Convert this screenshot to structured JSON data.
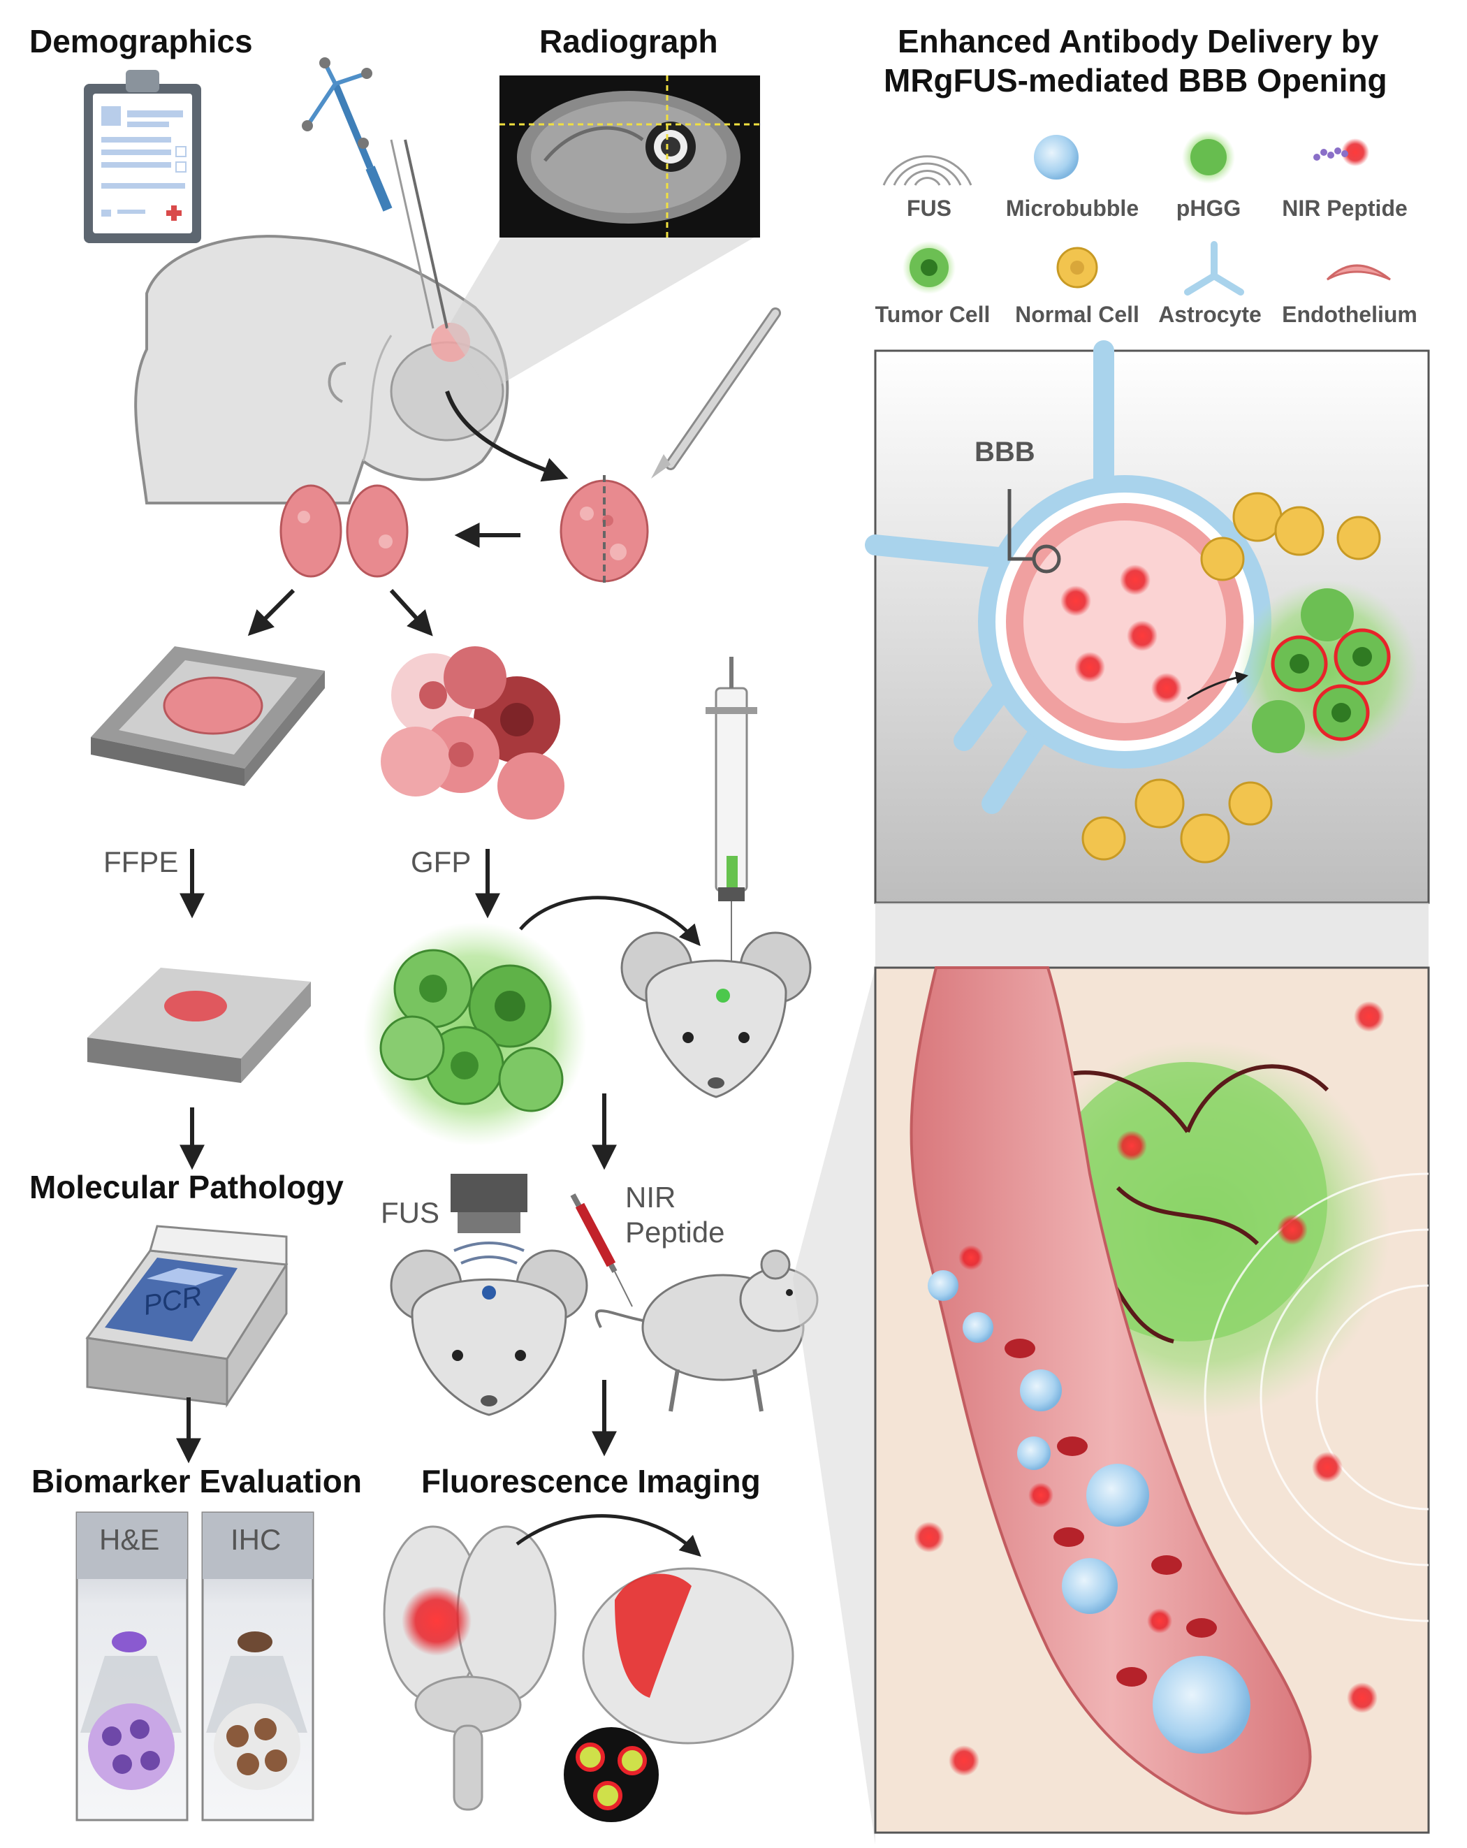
{
  "titles": {
    "demographics": "Demographics",
    "radiograph": "Radiograph",
    "panel_title_line1": "Enhanced Antibody Delivery by",
    "panel_title_line2": "MRgFUS-mediated BBB Opening",
    "molecular_pathology": "Molecular Pathology",
    "biomarker_evaluation": "Biomarker Evaluation",
    "fluorescence_imaging": "Fluorescence Imaging"
  },
  "labels": {
    "ffpe": "FFPE",
    "gfp": "GFP",
    "fus": "FUS",
    "nir_line1": "NIR",
    "nir_line2": "Peptide",
    "pcr": "PCR",
    "he": "H&E",
    "ihc": "IHC",
    "bbb": "BBB"
  },
  "legend": [
    {
      "label": "FUS",
      "icon": "fus-waves-icon"
    },
    {
      "label": "Microbubble",
      "icon": "microbubble-icon"
    },
    {
      "label": "pHGG",
      "icon": "phgg-icon"
    },
    {
      "label": "NIR Peptide",
      "icon": "nir-peptide-icon"
    },
    {
      "label": "Tumor Cell",
      "icon": "tumor-cell-icon"
    },
    {
      "label": "Normal Cell",
      "icon": "normal-cell-icon"
    },
    {
      "label": "Astrocyte",
      "icon": "astrocyte-icon"
    },
    {
      "label": "Endothelium",
      "icon": "endothelium-icon"
    }
  ],
  "colors": {
    "tissue_pink": "#e88a8f",
    "gfp_green": "#6fc256",
    "nir_red": "#e8232a",
    "peptide_purple": "#8a6fc8",
    "astrocyte_blue": "#a9d3ec",
    "normal_cell_yellow": "#f2c44e",
    "vessel_pink": "#e9a6a8",
    "panel_bg": "#f4e4d6"
  }
}
